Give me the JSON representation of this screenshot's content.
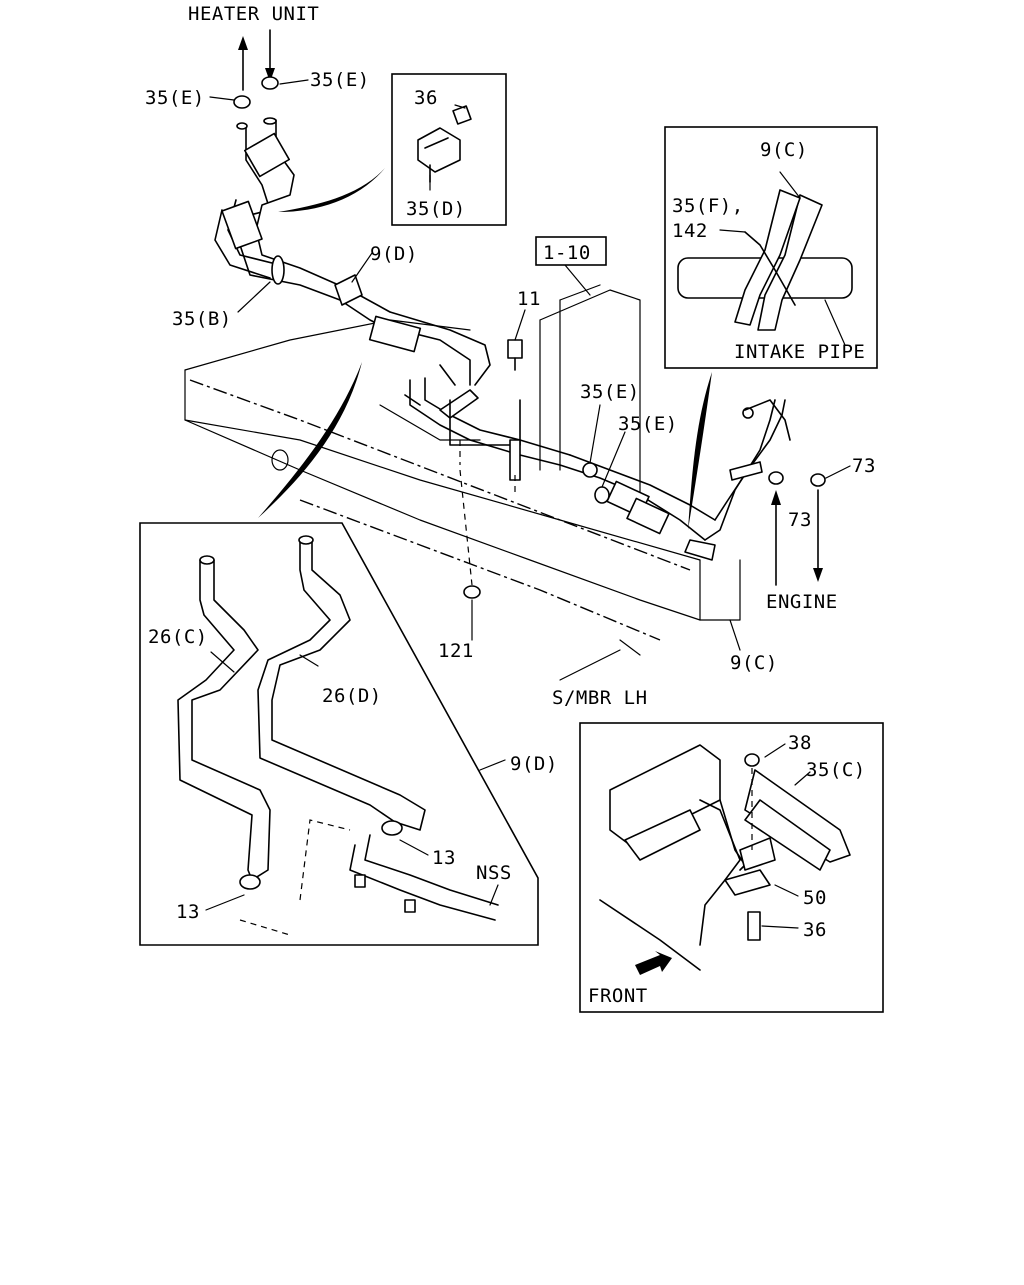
{
  "labels": {
    "heater_unit": "HEATER UNIT",
    "engine": "ENGINE",
    "intake_pipe": "INTAKE PIPE",
    "s_mbr_lh": "S/MBR LH",
    "front": "FRONT",
    "ref_1_10": "1-10",
    "nss": "NSS"
  },
  "parts": {
    "p35e_left": "35(E)",
    "p35e_right": "35(E)",
    "p35e_mid1": "35(E)",
    "p35e_mid2": "35(E)",
    "p36_top": "36",
    "p35d": "35(D)",
    "p9d_top": "9(D)",
    "p35b": "35(B)",
    "p11": "11",
    "p121": "121",
    "p9c_inset": "9(C)",
    "p35f": "35(F),",
    "p142": "142",
    "p73_right": "73",
    "p73_low": "73",
    "p9c_bottom": "9(C)",
    "p26c": "26(C)",
    "p26d": "26(D)",
    "p9d_inset": "9(D)",
    "p13_right": "13",
    "p13_left": "13",
    "p38": "38",
    "p35c": "35(C)",
    "p50": "50",
    "p36_bottom": "36"
  }
}
